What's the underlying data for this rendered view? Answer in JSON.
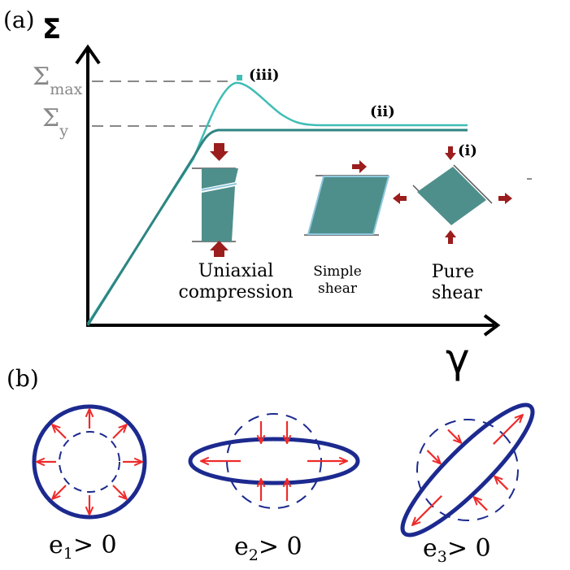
{
  "panel_a": {
    "label": "(a)",
    "y_axis_label": "Σ",
    "x_axis_label": "γ",
    "sigma_max_symbol": "Σ",
    "sigma_max_sub": "max",
    "sigma_y_symbol": "Σ",
    "sigma_y_sub": "y",
    "curve_labels": {
      "i": "(i)",
      "ii": "(ii)",
      "iii": "(iii)"
    },
    "insets": {
      "uniaxial_line1": "Uniaxial",
      "uniaxial_line2": "compression",
      "simple_line1": "Simple",
      "simple_line2": "shear",
      "pure_line1": "Pure",
      "pure_line2": "shear"
    }
  },
  "panel_b": {
    "label": "(b)",
    "captions": [
      {
        "e": "e",
        "sub": "1",
        "rest": "> 0"
      },
      {
        "e": "e",
        "sub": "2",
        "rest": "> 0"
      },
      {
        "e": "e",
        "sub": "3",
        "rest": "> 0"
      }
    ]
  },
  "colors": {
    "axis": "#000000",
    "curve_dark": "#2e8582",
    "curve_light": "#3fbdb6",
    "block_fill": "#4e8f8c",
    "block_edge": "#8fc7de",
    "arrow_dark_red": "#9b1d1d",
    "deform_blue": "#1c2a8f",
    "arrow_red": "#ee2a2a",
    "guide_gray": "#888888"
  }
}
